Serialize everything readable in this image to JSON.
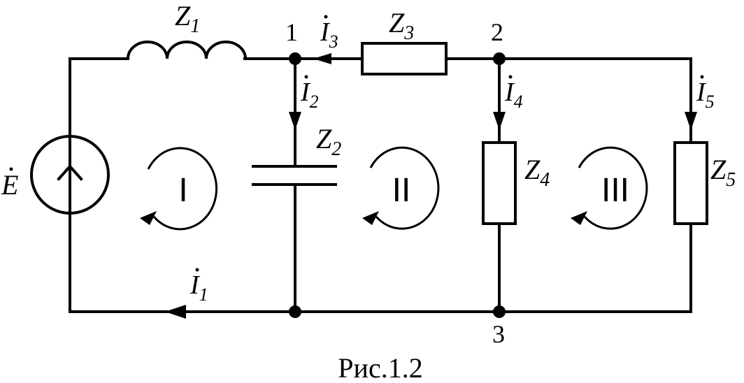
{
  "caption": "Рис.1.2",
  "source": {
    "label": "E"
  },
  "impedances": {
    "z1": {
      "base": "Z",
      "sub": "1"
    },
    "z2": {
      "base": "Z",
      "sub": "2"
    },
    "z3": {
      "base": "Z",
      "sub": "3"
    },
    "z4": {
      "base": "Z",
      "sub": "4"
    },
    "z5": {
      "base": "Z",
      "sub": "5"
    }
  },
  "currents": {
    "i1": {
      "base": "I",
      "sub": "1"
    },
    "i2": {
      "base": "I",
      "sub": "2"
    },
    "i3": {
      "base": "I",
      "sub": "3"
    },
    "i4": {
      "base": "I",
      "sub": "4"
    },
    "i5": {
      "base": "I",
      "sub": "5"
    }
  },
  "nodes": {
    "n1": "1",
    "n2": "2",
    "n3": "3"
  },
  "loops": {
    "l1": "I",
    "l2": "II",
    "l3": "III"
  }
}
